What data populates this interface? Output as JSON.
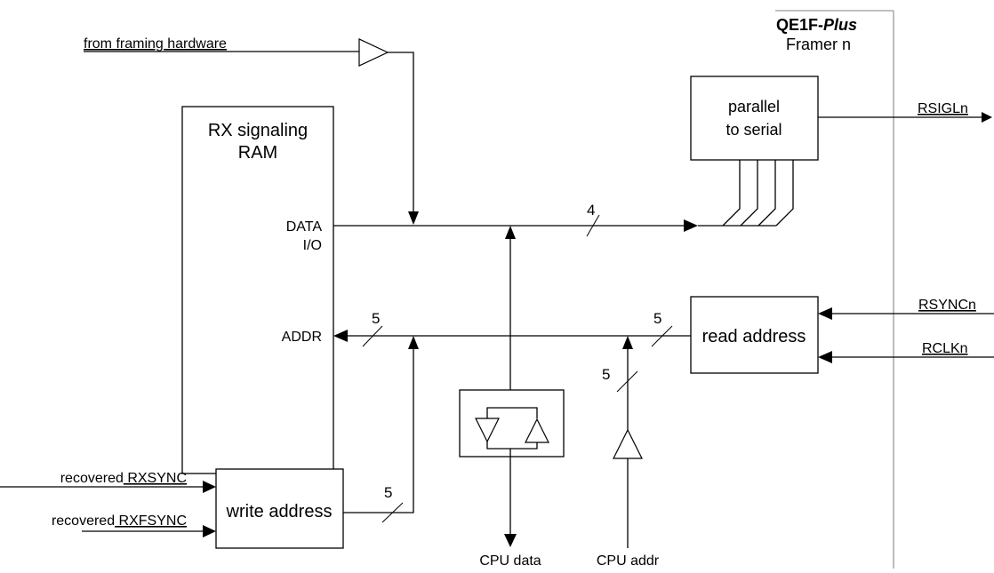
{
  "header": {
    "chip_name": "QE1F-",
    "chip_suffix": "Plus",
    "framer_label": "Framer n"
  },
  "inputs": {
    "framing_hw": "from framing hardware",
    "rxsync_a": "recovered",
    "rxsync_b": " RXSYNC",
    "rxfsync_a": "recovered",
    "rxfsync_b": " RXFSYNC"
  },
  "blocks": {
    "ram_line1": "RX signaling",
    "ram_line2": "RAM",
    "data_port1": "DATA",
    "data_port2": "I/O",
    "addr_port": "ADDR",
    "p2s_line1": "parallel",
    "p2s_line2": "to serial",
    "read_address": "read address",
    "write_address": "write address"
  },
  "signals": {
    "rsigl": "RSIGLn",
    "rsync": "RSYNCn",
    "rclk": "RCLKn",
    "cpu_data": "CPU data",
    "cpu_addr": "CPU addr"
  },
  "bus_widths": {
    "data_bus": "4",
    "ram_addr": "5",
    "read_addr": "5",
    "cpu_addr": "5",
    "write_addr": "5"
  }
}
